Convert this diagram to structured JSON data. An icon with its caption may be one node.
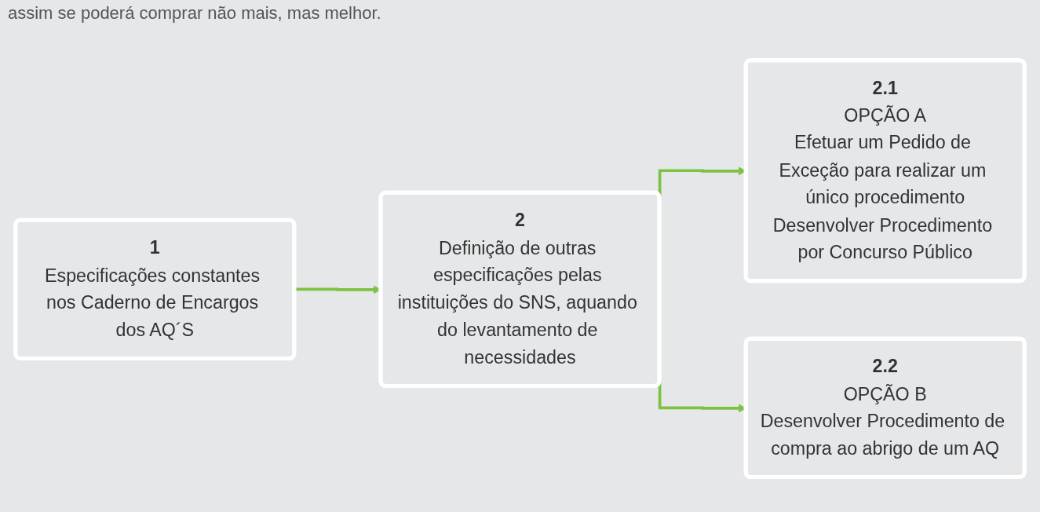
{
  "diagram": {
    "nodes": [
      {
        "text": [
          "1",
          "Especificações constantes nos Caderno de Encargos dos AQ´S"
        ]
      },
      {
        "text": [
          "2",
          "Definição de outras especificações pelas instituições do SNS, aquando do levantamento de necessidades"
        ]
      },
      {
        "text": [
          "2.1",
          "OPÇÃO A",
          "Efetuar um Pedido de Exceção para realizar um único procedimento",
          "Desenvolver Procedimento por Concurso Público"
        ]
      },
      {
        "text": [
          "2.2",
          "OPÇÃO B",
          "Desenvolver Procedimento de compra ao abrigo de um AQ"
        ]
      }
    ],
    "edges": [
      {
        "from": 0,
        "to": 1,
        "arrow": "to"
      },
      {
        "from": 1,
        "to": 2,
        "arrow": "to"
      },
      {
        "from": 1,
        "to": 3,
        "arrow": "to"
      }
    ],
    "labels": [
      "assim se poderá comprar não mais, mas melhor."
    ]
  }
}
